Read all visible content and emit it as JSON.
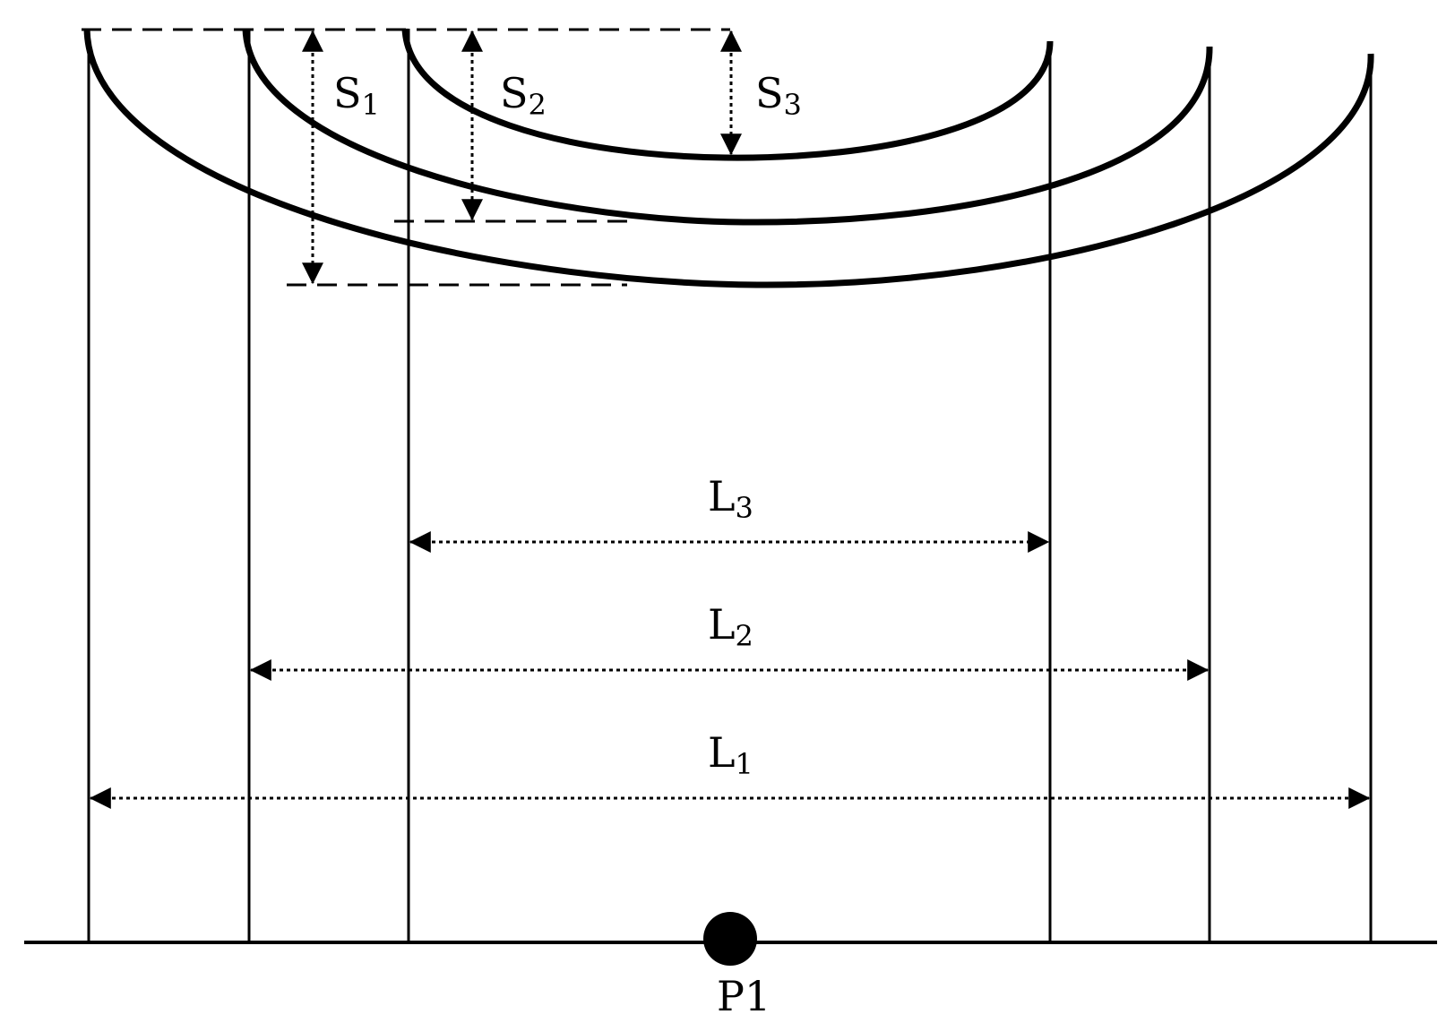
{
  "diagram": {
    "sag_labels": [
      {
        "letter": "S",
        "index": "1"
      },
      {
        "letter": "S",
        "index": "2"
      },
      {
        "letter": "S",
        "index": "3"
      }
    ],
    "span_labels": [
      {
        "letter": "L",
        "index": "3"
      },
      {
        "letter": "L",
        "index": "2"
      },
      {
        "letter": "L",
        "index": "1"
      }
    ],
    "point_label": "P1"
  }
}
